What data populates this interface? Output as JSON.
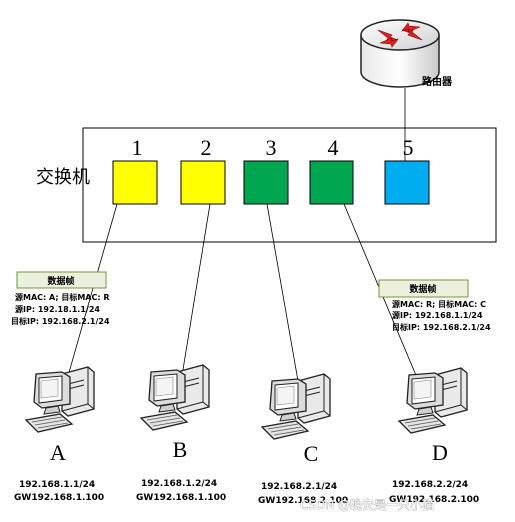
{
  "router": {
    "label": "路由器"
  },
  "switch": {
    "label": "交换机",
    "ports": [
      {
        "number": "1",
        "color": "#ffff00"
      },
      {
        "number": "2",
        "color": "#ffff00"
      },
      {
        "number": "3",
        "color": "#00a650"
      },
      {
        "number": "4",
        "color": "#00a650"
      },
      {
        "number": "5",
        "color": "#00aeef"
      }
    ]
  },
  "frames": [
    {
      "title": "数据帧",
      "lines": [
        "源MAC: A; 目标MAC: R",
        "源IP: 192.18.1.1/24",
        "目标IP: 192.168.2.1/24"
      ]
    },
    {
      "title": "数据帧",
      "lines": [
        "源MAC: R; 目标MAC: C",
        "源IP: 192.168.1.1/24",
        "目标IP: 192.168.2.1/24"
      ]
    }
  ],
  "hosts": [
    {
      "name": "A",
      "ip": "192.168.1.1/24",
      "gw": "GW192.168.1.100"
    },
    {
      "name": "B",
      "ip": "192.168.1.2/24",
      "gw": "GW192.168.1.100"
    },
    {
      "name": "C",
      "ip": "192.168.2.1/24",
      "gw": "GW192.168.2.100"
    },
    {
      "name": "D",
      "ip": "192.168.2.2/24",
      "gw": "GW192.168.2.100"
    }
  ],
  "watermark": "CSDN @晚安是一只小猫",
  "colors": {
    "frame_fill": "#ebf1de",
    "frame_border": "#77933c",
    "router_arrow": "#e02020"
  }
}
